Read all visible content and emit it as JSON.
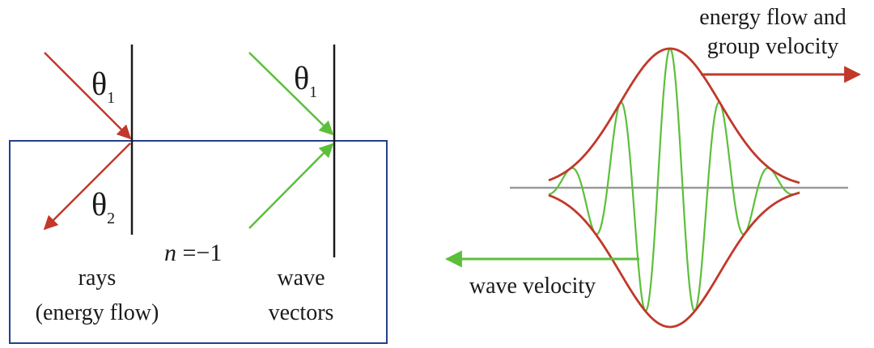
{
  "left_diagram": {
    "theta1": "θ",
    "theta1_sub": "1",
    "theta1b": "θ",
    "theta1b_sub": "1",
    "theta2": "θ",
    "theta2_sub": "2",
    "n_symbol": "n",
    "n_value": " =−1",
    "rays_line1": "rays",
    "rays_line2": "(energy flow)",
    "wave_line1": "wave",
    "wave_line2": "vectors"
  },
  "right_diagram": {
    "energy_line1": "energy flow and",
    "energy_line2": "group velocity",
    "wave_velocity": "wave velocity"
  },
  "colors": {
    "ray": "#c0392b",
    "wave": "#5cbf3a",
    "box": "#23408e",
    "axis": "#999999",
    "ink": "#1a1a1a"
  }
}
